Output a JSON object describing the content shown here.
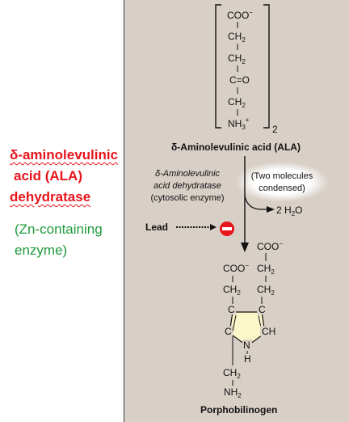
{
  "left_title": {
    "line1": "δ-aminolevulinic",
    "line2": "acid (ALA)",
    "line3": "dehydratase"
  },
  "enzyme_note": {
    "line1": "(Zn-containing",
    "line2": "enzyme)"
  },
  "ala_structure": {
    "coo": "COO",
    "charge_minus": "−",
    "ch2": "CH",
    "sub2": "2",
    "keto": "C=O",
    "nh3": "NH",
    "sub3": "3",
    "charge_plus": "+",
    "multiplier": "2"
  },
  "ala_name": "δ-Aminolevulinic acid (ALA)",
  "enzyme_name": {
    "line1": "δ-Aminolevulinic",
    "line2": "acid dehydratase",
    "line3": "(cytosolic enzyme)"
  },
  "condensed_note": {
    "line1": "(Two molecules",
    "line2": "condensed)"
  },
  "water_product": {
    "coef": "2 H",
    "sub": "2",
    "o": "O"
  },
  "inhibitor": "Lead",
  "pbg_structure": {
    "coo_left": "COO",
    "coo_right": "COO",
    "minus": "−",
    "ch": "CH",
    "sub2": "2",
    "ring_c1": "C",
    "ring_c2": "C",
    "ring_c3": "C",
    "ring_n": "N",
    "ring_ch": "CH",
    "ring_h": "H",
    "nh": "NH"
  },
  "pbg_name": "Porphobilinogen",
  "colors": {
    "red": "#e8141c",
    "green": "#1f9a3a",
    "panel": "#d8cfc7",
    "ring_fill": "#fbf7c8"
  }
}
